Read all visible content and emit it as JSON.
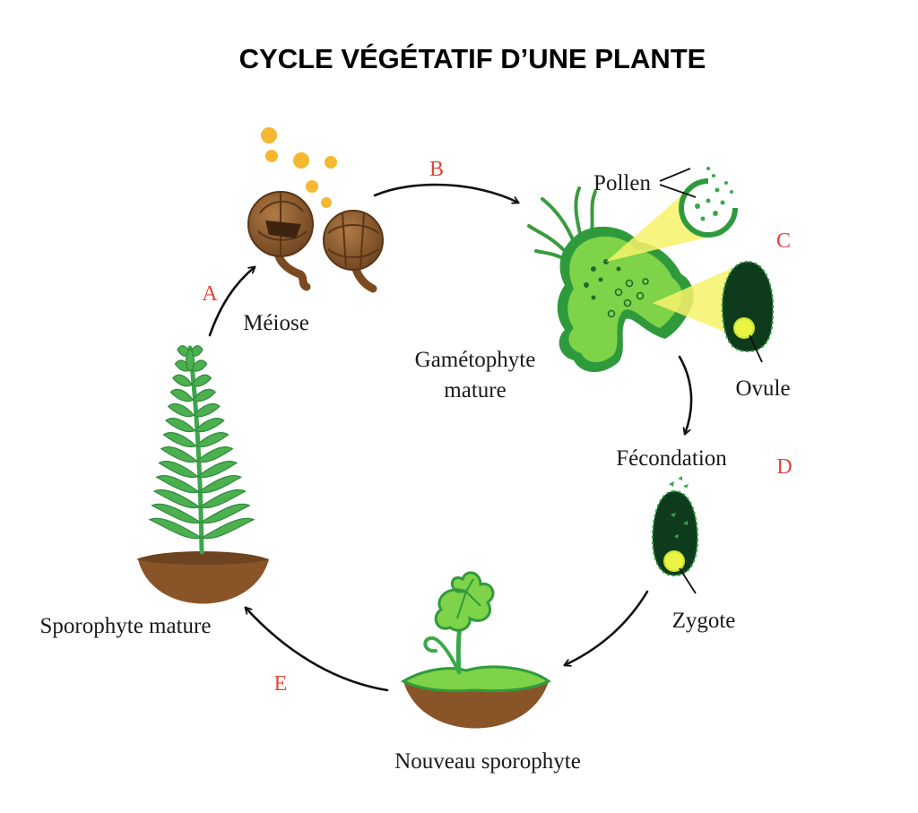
{
  "title": "CYCLE VÉGÉTATIF D’UNE PLANTE",
  "stages": {
    "meiose": "Méiose",
    "pollen": "Pollen",
    "gametophyte_line1": "Gamétophyte",
    "gametophyte_line2": "mature",
    "ovule": "Ovule",
    "fecondation": "Fécondation",
    "zygote": "Zygote",
    "nouveau_sporophyte": "Nouveau sporophyte",
    "sporophyte_mature": "Sporophyte mature"
  },
  "steps": {
    "a": "A",
    "b": "B",
    "c": "C",
    "d": "D",
    "e": "E"
  },
  "colors": {
    "step_letter": "#e0453a",
    "spore": "#f6b731",
    "cone": "#8b5a2b",
    "gametophyte": "#7ed348",
    "gametophyte_dark": "#2f9a3c",
    "ovule_body": "#0d3b1c",
    "nucleus": "#e9f542",
    "soil": "#8a5429",
    "fern": "#4caf50"
  },
  "icons": [
    "spore-cones-icon",
    "gametophyte-icon",
    "pollen-zoom-icon",
    "ovule-icon",
    "zygote-icon",
    "young-sporophyte-icon",
    "mature-fern-icon"
  ]
}
